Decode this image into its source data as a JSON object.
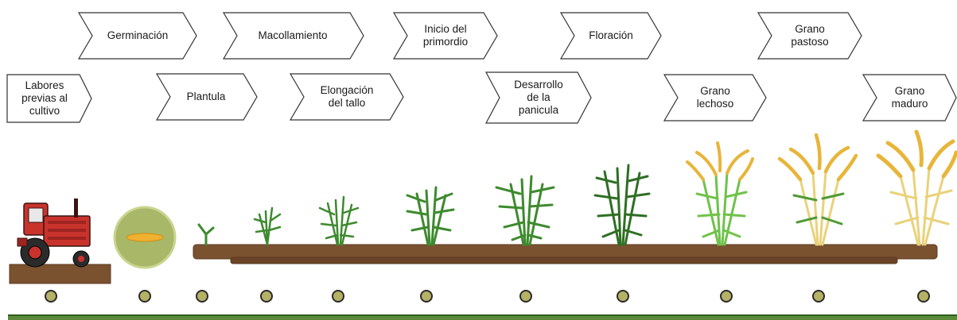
{
  "stages": [
    {
      "id": "labores",
      "label": "Labores\nprevias al\ncultivo",
      "row": "lower"
    },
    {
      "id": "germinacion",
      "label": "Germinación",
      "row": "upper"
    },
    {
      "id": "plantula",
      "label": "Plantula",
      "row": "lower"
    },
    {
      "id": "macollamiento",
      "label": "Macollamiento",
      "row": "upper"
    },
    {
      "id": "elongacion",
      "label": "Elongación\ndel tallo",
      "row": "lower"
    },
    {
      "id": "primordio",
      "label": "Inicio del\nprimordio",
      "row": "upper"
    },
    {
      "id": "panicula",
      "label": "Desarrollo\nde la\npanicula",
      "row": "lower"
    },
    {
      "id": "floracion",
      "label": "Floración",
      "row": "upper"
    },
    {
      "id": "lechoso",
      "label": "Grano\nlechoso",
      "row": "lower"
    },
    {
      "id": "pastoso",
      "label": "Grano\npastoso",
      "row": "upper"
    },
    {
      "id": "maduro",
      "label": "Grano\nmaduro",
      "row": "lower"
    }
  ],
  "colors": {
    "soil": "#7a5230",
    "soil_dark": "#5b3a1f",
    "plant_green": "#3d8a2e",
    "plant_light": "#6fc24a",
    "grain_yellow": "#e7b53a",
    "straw": "#e9d27a",
    "tractor_red": "#c8332c",
    "seed_circle": "#a8b768",
    "seed": "#f0b030",
    "dot_fill": "#b5b265",
    "ground_line": "#5a8a3a"
  },
  "icons": [
    "tractor-icon",
    "seed-icon",
    "rice-plant-icon"
  ]
}
